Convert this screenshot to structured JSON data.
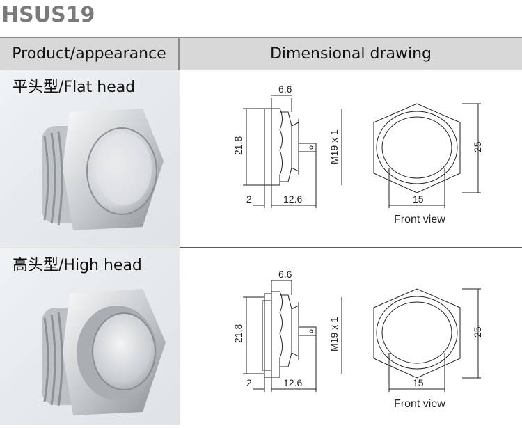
{
  "document": {
    "title": "HSUS19"
  },
  "table": {
    "headers": [
      "Product/appearance",
      "Dimensional drawing"
    ],
    "rows": [
      {
        "product_label": "平头型/Flat head",
        "drawing": {
          "dim_top": "6.6",
          "dim_height": "21.8",
          "dim_thread": "M19 x 1",
          "dim_flange": "2",
          "dim_length": "12.6",
          "dim_inner": "15",
          "dim_hex": "25",
          "front_view_label": "Front view"
        }
      },
      {
        "product_label": "高头型/High head",
        "drawing": {
          "dim_top": "6.6",
          "dim_height": "21.8",
          "dim_thread": "M19 x 1",
          "dim_flange": "2",
          "dim_length": "12.6",
          "dim_inner": "15",
          "dim_hex": "25",
          "front_view_label": "Front view"
        }
      }
    ]
  }
}
